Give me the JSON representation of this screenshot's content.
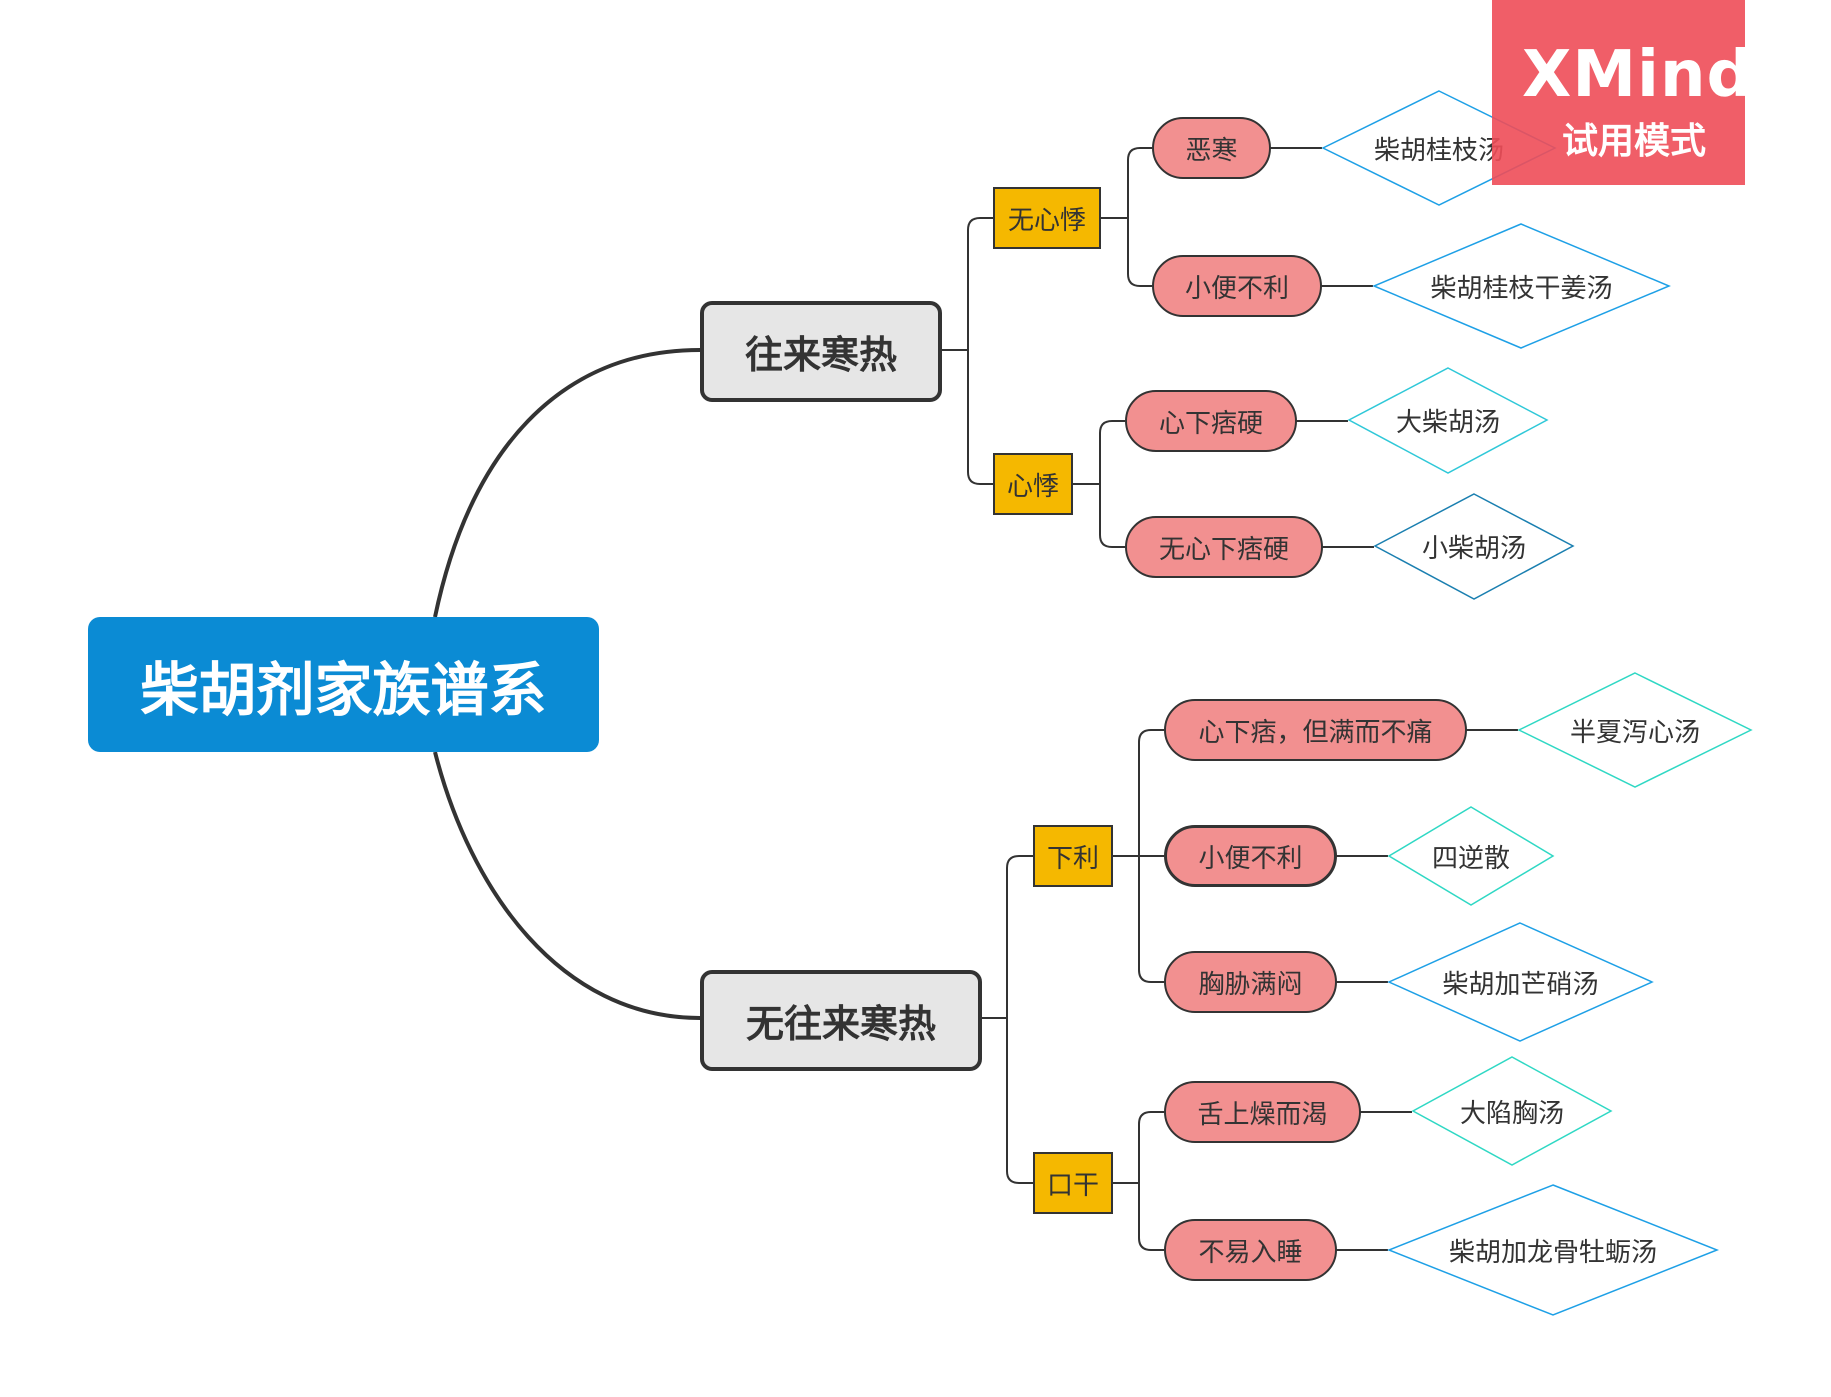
{
  "root": {
    "label": "柴胡剂家族谱系"
  },
  "branches": [
    {
      "label": "往来寒热",
      "groups": [
        {
          "label": "无心悸",
          "items": [
            {
              "symptom": "恶寒",
              "formula": "柴胡桂枝汤"
            },
            {
              "symptom": "小便不利",
              "formula": "柴胡桂枝干姜汤"
            }
          ]
        },
        {
          "label": "心悸",
          "items": [
            {
              "symptom": "心下痞硬",
              "formula": "大柴胡汤"
            },
            {
              "symptom": "无心下痞硬",
              "formula": "小柴胡汤"
            }
          ]
        }
      ]
    },
    {
      "label": "无往来寒热",
      "groups": [
        {
          "label": "下利",
          "items": [
            {
              "symptom": "心下痞，但满而不痛",
              "formula": "半夏泻心汤"
            },
            {
              "symptom": "小便不利",
              "formula": "四逆散"
            },
            {
              "symptom": "胸胁满闷",
              "formula": "柴胡加芒硝汤"
            }
          ]
        },
        {
          "label": "口干",
          "items": [
            {
              "symptom": "舌上燥而渴",
              "formula": "大陷胸汤"
            },
            {
              "symptom": "不易入睡",
              "formula": "柴胡加龙骨牡蛎汤"
            }
          ]
        }
      ]
    }
  ],
  "watermark": {
    "title": "XMind",
    "subtitle": "试用模式"
  },
  "colors": {
    "root": "#0b8bd4",
    "main_fill": "#e6e6e6",
    "sub_fill": "#f5b800",
    "pill_fill": "#f29090",
    "diamond_blue": "#1ea0e6",
    "diamond_teal": "#2fd8c4",
    "diamond_dark": "#1a7fb0",
    "line": "#333333",
    "watermark": "#ee4c58"
  }
}
